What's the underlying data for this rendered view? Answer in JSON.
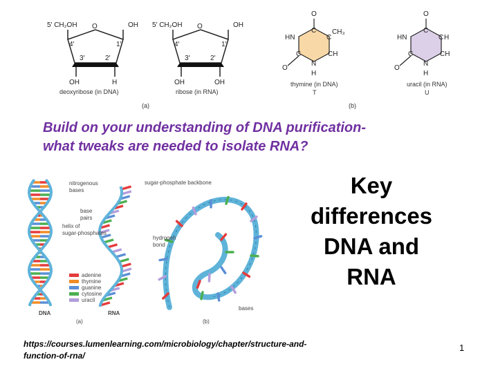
{
  "question_lines": [
    "Build on your understanding of DNA purification-",
    "what tweaks are needed to isolate RNA?"
  ],
  "title_lines": [
    "Key",
    "differences",
    "DNA and",
    "RNA"
  ],
  "source_lines": [
    "https://courses.lumenlearning.com/microbiology/chapter/structure-and-",
    "function-of-rna/"
  ],
  "slide_number": "1",
  "colors": {
    "question": "#7030a0",
    "thymine_fill": "#f9d8a8",
    "uracil_fill": "#dccfe8",
    "red_text": "#d9531e",
    "backbone": "#5fb3d9",
    "adenine": "#e53b3b",
    "thymine": "#f28c28",
    "guanine": "#5b8fd6",
    "cytosine": "#4caf50",
    "uracil": "#b39ddb"
  },
  "sugars": {
    "deoxyribose": {
      "c5": "5′ CH₂OH",
      "o": "O",
      "oh_right": "OH",
      "c4": "4′",
      "c1": "1′",
      "c3": "3′",
      "c2": "2′",
      "bottom_left": "OH",
      "bottom_right": "H",
      "caption": "deoxyribose (in DNA)"
    },
    "ribose": {
      "c5": "5′ CH₂OH",
      "o": "O",
      "oh_right": "OH",
      "c4": "4′",
      "c1": "1′",
      "c3": "3′",
      "c2": "2′",
      "bottom_left": "OH",
      "bottom_right": "OH",
      "caption": "ribose (in RNA)"
    },
    "panel_label": "(a)"
  },
  "bases": {
    "thymine": {
      "o_top": "O",
      "hn": "HN",
      "c1": "C",
      "c2": "C",
      "ch3": "CH₃",
      "c3": "C",
      "ch": "CH",
      "n": "N",
      "o_left": "O",
      "h": "H",
      "caption1": "thymine (in DNA)",
      "caption2": "T"
    },
    "uracil": {
      "o_top": "O",
      "hn": "HN",
      "c1": "C",
      "c2": "C",
      "ch_top": "H",
      "c3": "C",
      "ch": "CH",
      "n": "N",
      "o_left": "O",
      "h": "H",
      "caption1": "uracil (in RNA)",
      "caption2": "U"
    },
    "panel_label": "(b)"
  },
  "helix_figure": {
    "labels": {
      "nitrogenous_bases": [
        "nitrogenous",
        "bases"
      ],
      "base_pairs": [
        "base",
        "pairs"
      ],
      "helix": [
        "helix of",
        "sugar-phosphates"
      ],
      "dna": "DNA",
      "rna": "RNA",
      "panel": "(a)"
    },
    "legend": [
      "adenine",
      "thymine",
      "guanine",
      "cytosine",
      "uracil"
    ]
  },
  "rna_figure": {
    "labels": {
      "backbone": "sugar-phosphate backbone",
      "hbond": [
        "hydrogen",
        "bond"
      ],
      "bases": "bases",
      "panel": "(b)"
    }
  }
}
